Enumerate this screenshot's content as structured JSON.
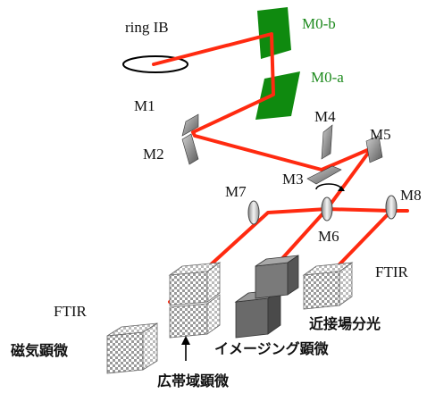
{
  "labels": {
    "ring": "ring IB",
    "m0b": "M0-b",
    "m0a": "M0-a",
    "m1": "M1",
    "m2": "M2",
    "m3": "M3",
    "m4": "M4",
    "m5": "M5",
    "m6": "M6",
    "m7": "M7",
    "m8": "M8",
    "ftir_right": "FTIR",
    "ftir_left": "FTIR",
    "magnetic_microscope": "磁気顕微",
    "broadband_microscope": "広帯域顕微",
    "imaging_microscope": "イメージング顕微",
    "near_field_spectroscopy": "近接場分光"
  },
  "colors": {
    "beam": "#ff2a10",
    "mirror_green": "#0f8a0f",
    "label_green": "#1d8a1d",
    "mirror_gray": "#7a7a7a",
    "block_dark": "#555555"
  }
}
